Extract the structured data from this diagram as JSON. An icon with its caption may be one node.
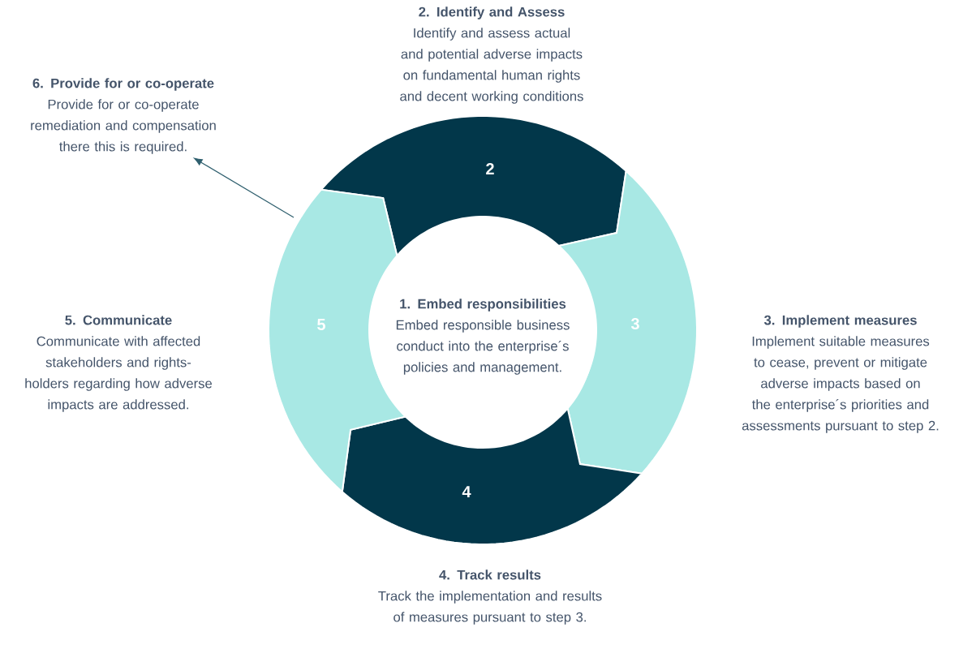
{
  "diagram": {
    "nodes": [
      {
        "text": [
          "1. Embed responsibilities",
          "Embed responsible business conduct into the enterprise´s policies and management."
        ]
      },
      {
        "text": [
          "2"
        ],
        "beside": [
          "2. Identify and Assess",
          "Identify and assess actual and potential adverse impacts on fundamental human rights and decent working conditions"
        ]
      },
      {
        "text": [
          "3"
        ],
        "beside": [
          "3. Implement measures",
          "Implement suitable measures to cease, prevent or mitigate adverse impacts based on the enterprise´s priorities and assessments pursuant to step 2."
        ]
      },
      {
        "text": [
          "4"
        ],
        "beside": [
          "4. Track results",
          "Track the implementation and results of measures pursuant to step 3."
        ]
      },
      {
        "text": [
          "5"
        ],
        "beside": [
          "5. Communicate",
          "Communicate with affected stakeholders and rights-holders regarding how adverse impacts are addressed."
        ]
      },
      {
        "text": [
          "6. Provide for or co-operate",
          "Provide for or co-operate remediation and compensation there this is required."
        ]
      }
    ],
    "edges": [
      {
        "from": 4,
        "to": 5,
        "arrow": "to"
      }
    ]
  }
}
